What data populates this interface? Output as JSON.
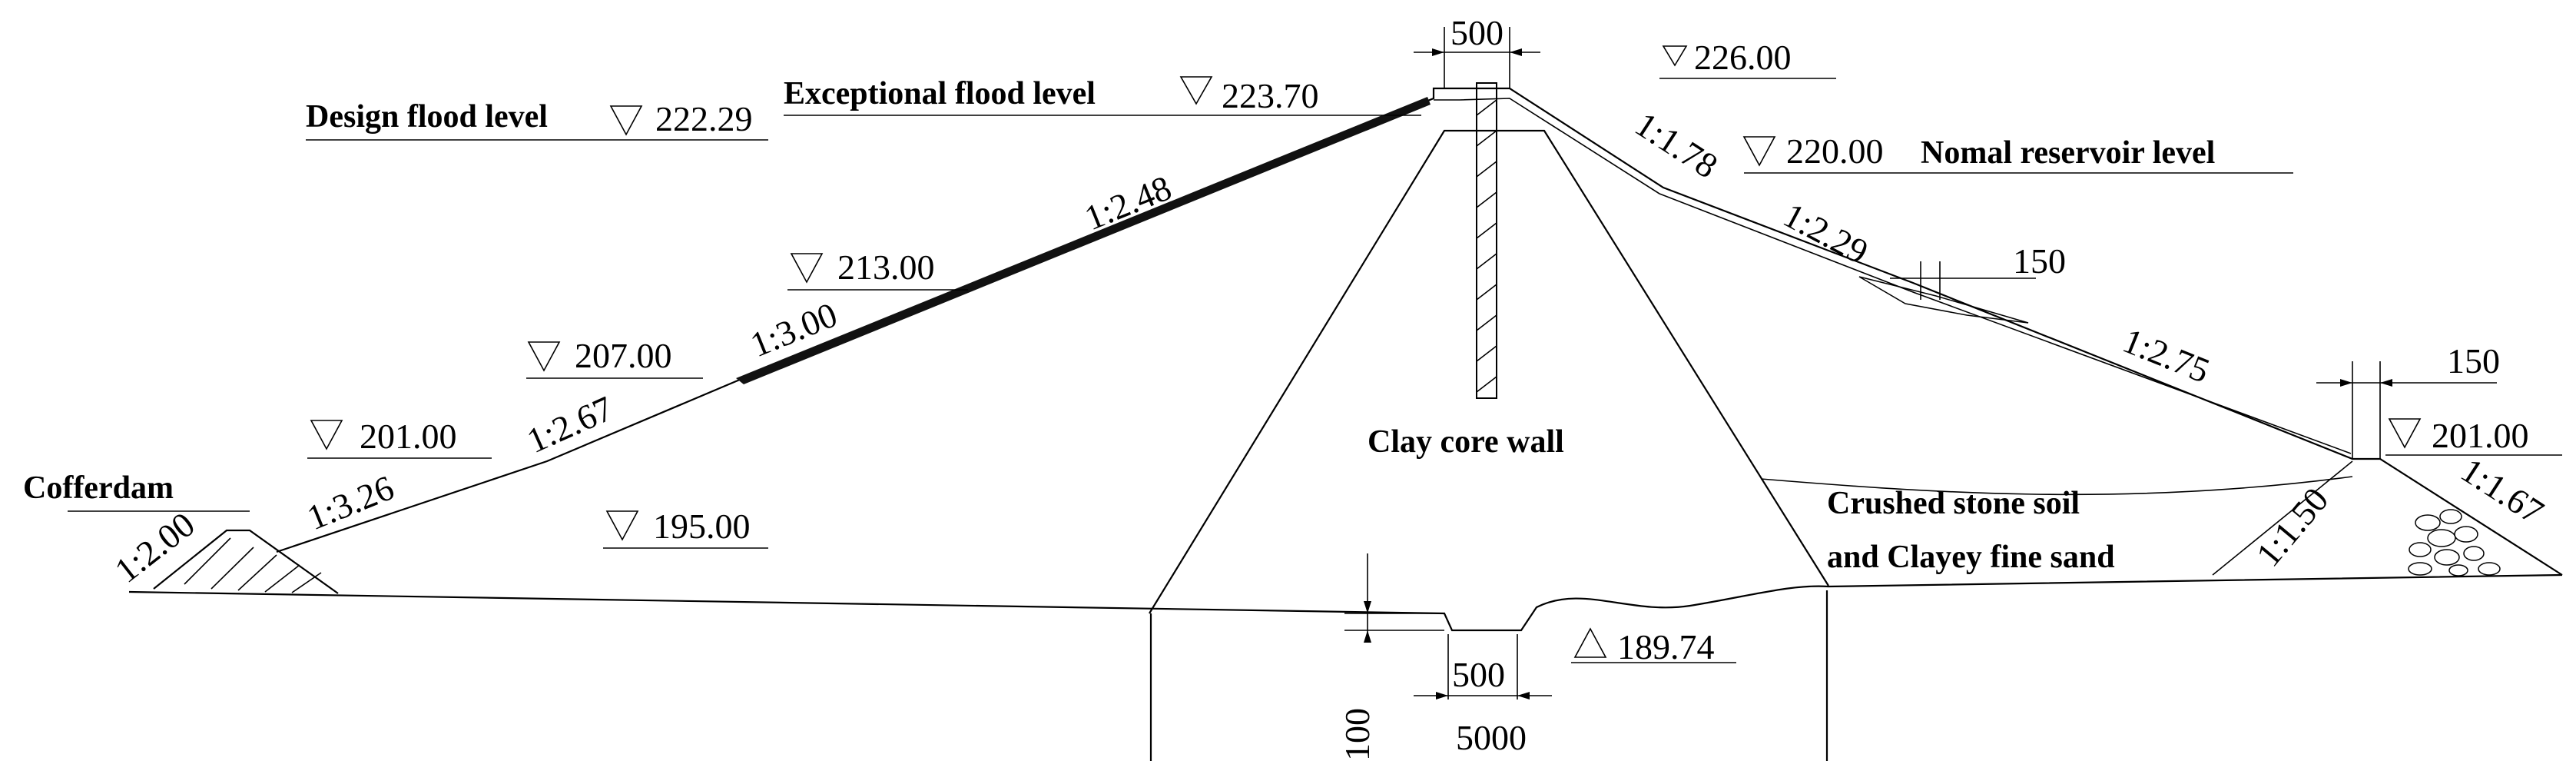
{
  "elevations": {
    "crest": "226.00",
    "exceptional_flood": "223.70",
    "design_flood": "222.29",
    "normal_reservoir": "220.00",
    "upstream_berm_1": "213.00",
    "upstream_berm_2": "207.00",
    "upstream_berm_3": "201.00",
    "upstream_toe": "195.00",
    "downstream_berm": "201.00",
    "foundation": "189.74"
  },
  "labels": {
    "exceptional_flood": "Exceptional flood level",
    "design_flood": "Design flood level",
    "normal_reservoir": "Nomal reservoir level",
    "clay_core": "Clay core wall",
    "crushed_stone_line1": "Crushed stone soil",
    "crushed_stone_line2": "and Clayey fine sand",
    "cofferdam": "Cofferdam"
  },
  "slopes": {
    "cofferdam": "1:2.00",
    "upstream_1": "1:3.26",
    "upstream_2": "1:2.67",
    "upstream_3": "1:3.00",
    "upstream_4": "1:2.48",
    "downstream_1": "1:1.78",
    "downstream_2": "1:2.29",
    "downstream_3": "1:2.75",
    "downstream_4": "1:1.50",
    "downstream_5": "1:1.67"
  },
  "dimensions": {
    "crest_width": "500",
    "berm_width_1": "150",
    "berm_width_2": "150",
    "cutoff_width": "500",
    "base_width": "5000",
    "cutoff_depth": "100"
  }
}
